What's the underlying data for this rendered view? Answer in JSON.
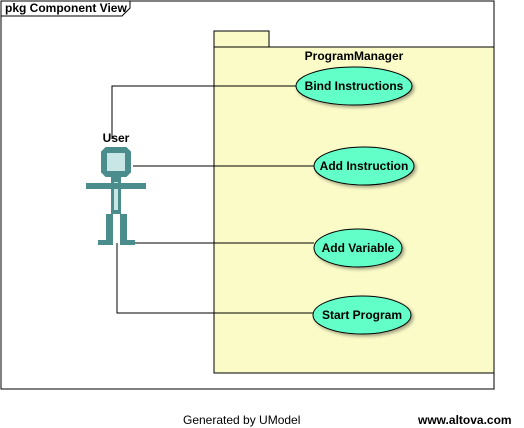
{
  "frame": {
    "title": "pkg Component View"
  },
  "package": {
    "name": "ProgramManager",
    "fill": "#fbfbc8",
    "border": "#000000"
  },
  "actor": {
    "name": "User",
    "color": "#4b8c8c",
    "head_fill": "#c8e6e6"
  },
  "use_cases": [
    {
      "label": "Bind Instructions"
    },
    {
      "label": "Add Instruction"
    },
    {
      "label": "Add Variable"
    },
    {
      "label": "Start Program"
    }
  ],
  "use_case_style": {
    "fill": "#64ffc8",
    "border": "#000000"
  },
  "footer": {
    "generated": "Generated by UModel",
    "site": "www.altova.com"
  }
}
